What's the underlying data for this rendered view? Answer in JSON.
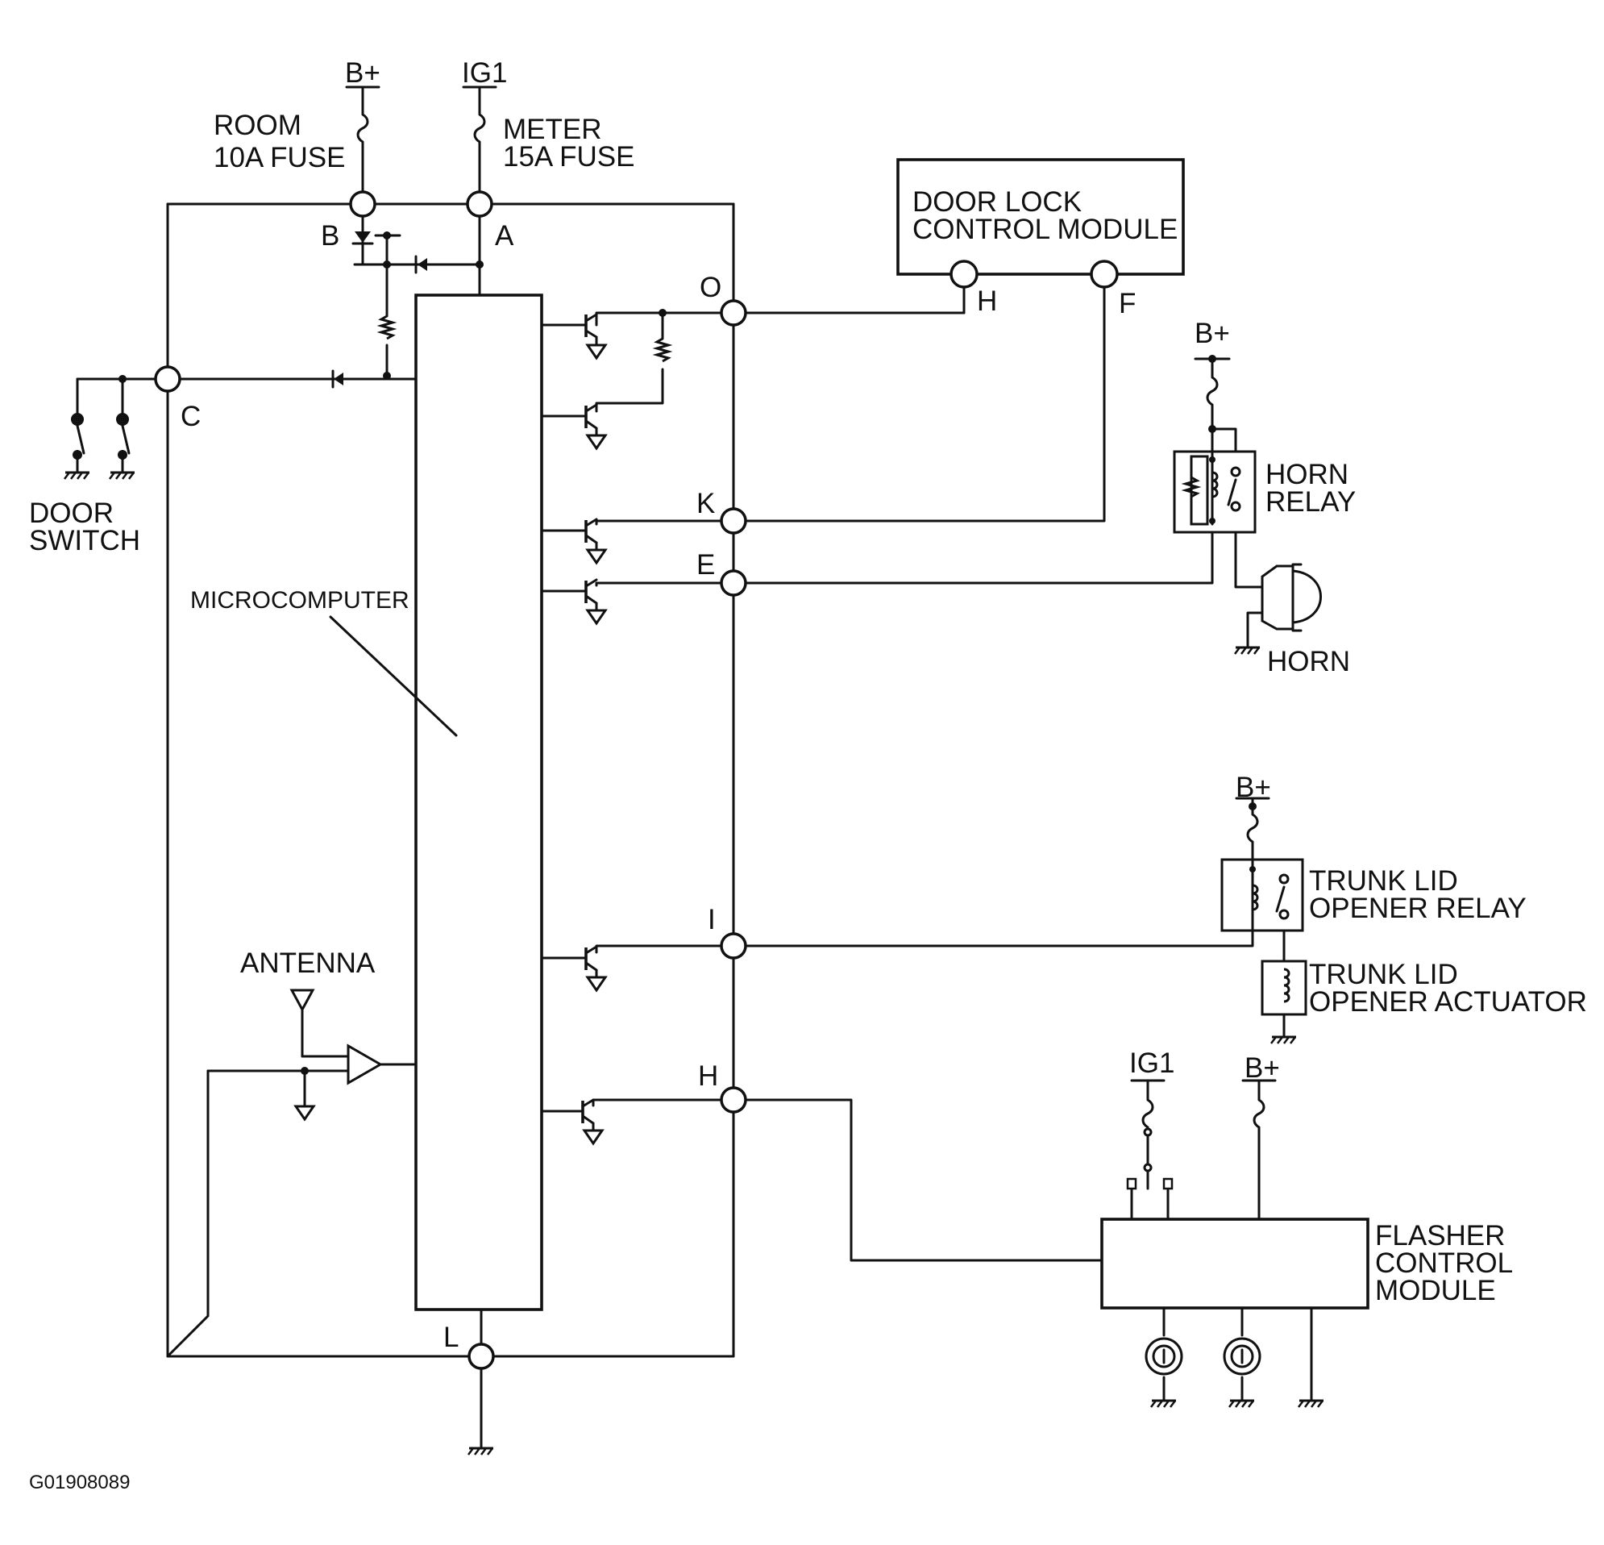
{
  "labels": {
    "room_bplus": "B+",
    "room_fuse": [
      "ROOM",
      "10A FUSE"
    ],
    "meter_ig1": "IG1",
    "meter_fuse": [
      "METER",
      "15A FUSE"
    ],
    "door_lock_module": [
      "DOOR LOCK",
      "CONTROL MODULE"
    ],
    "door_switch": [
      "DOOR",
      "SWITCH"
    ],
    "microcomputer": "MICROCOMPUTER",
    "antenna": "ANTENNA",
    "horn_bplus": "B+",
    "horn_relay": [
      "HORN",
      "RELAY"
    ],
    "horn": "HORN",
    "trunk_bplus": "B+",
    "trunk_relay": [
      "TRUNK LID",
      "OPENER RELAY"
    ],
    "trunk_actuator": [
      "TRUNK LID",
      "OPENER ACTUATOR"
    ],
    "flasher_ig1": "IG1",
    "flasher_bplus": "B+",
    "flasher_module": [
      "FLASHER",
      "CONTROL",
      "MODULE"
    ],
    "figure_id": "G01908089"
  },
  "terminals": {
    "A": "A",
    "B": "B",
    "C": "C",
    "O": "O",
    "K": "K",
    "E": "E",
    "I": "I",
    "H": "H",
    "L": "L",
    "module_H": "H",
    "module_F": "F"
  }
}
